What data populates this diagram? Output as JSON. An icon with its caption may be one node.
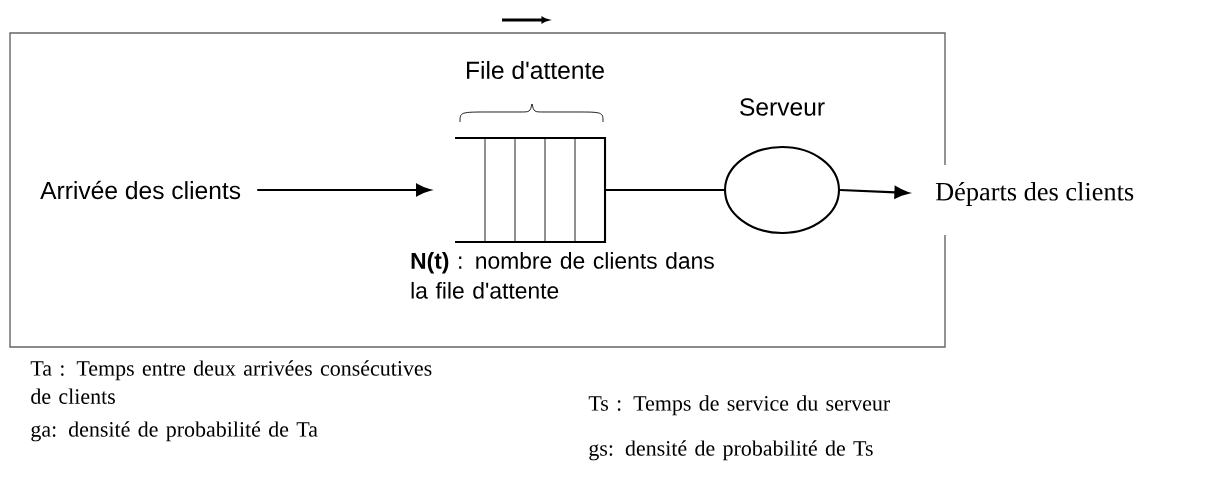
{
  "diagram": {
    "nodes": [
      {
        "text": [],
        "shape": "box"
      },
      {
        "text": [
          "Arrivée des clients"
        ],
        "in": 0
      },
      {
        "text": [
          "File d'attente"
        ],
        "beside": [
          "**N(t)** : nombre de clients dans la file d'attente"
        ],
        "in": 0
      },
      {
        "text": [
          "Serveur"
        ],
        "in": 0
      },
      {
        "text": [
          "Départs des clients"
        ]
      }
    ],
    "edges": [
      {
        "from": 1,
        "to": 2,
        "arrow": "to"
      },
      {
        "from": 2,
        "to": 3,
        "arrow": "none"
      },
      {
        "from": 3,
        "to": 4,
        "arrow": "to"
      }
    ],
    "labels": [
      "Ta : Temps entre deux arrivées consécutives de clients",
      "Ts : Temps de service du serveur",
      "ga: densité de probabilité de Ta",
      "gs: densité de probabilité de Ts"
    ]
  }
}
